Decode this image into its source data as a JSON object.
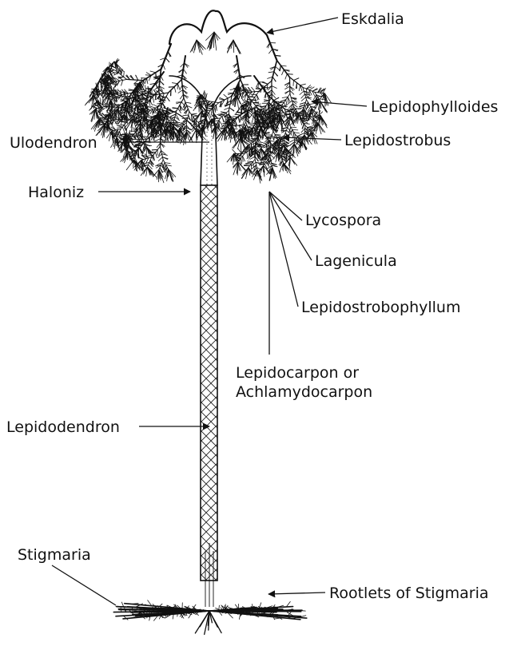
{
  "labels": {
    "eskdalia": "Eskdalia",
    "lepidophylloides": "Lepidophylloides",
    "lepidostrobus": "Lepidostrobus",
    "ulodendron": "Ulodendron",
    "haloniz": "Haloniz",
    "lycospora": "Lycospora",
    "lagenicula": "Lagenicula",
    "lepidostrobophyllum": "Lepidostrobophyllum",
    "lepidocarpon_line1": "Lepidocarpon or",
    "lepidocarpon_line2": "Achlamydocarpon",
    "lepidodendron": "Lepidodendron",
    "stigmaria": "Stigmaria",
    "rootlets": "Rootlets of Stigmaria"
  },
  "colors": {
    "ink": "#111111",
    "background": "#ffffff"
  }
}
